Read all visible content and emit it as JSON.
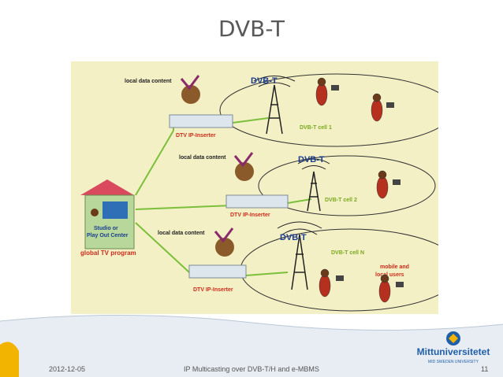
{
  "slide": {
    "title": "DVB-T",
    "footer_date": "2012-12-05",
    "footer_text": "IP Multicasting over DVB-T/H and e-MBMS",
    "page_number": "11"
  },
  "logo": {
    "name": "Mittuniversitetet",
    "subtitle": "MID SWEDEN UNIVERSITY"
  },
  "diagram": {
    "studio_label_line1": "Studio or",
    "studio_label_line2": "Play Out Center",
    "global_program": "global TV program",
    "local_data": "local data content",
    "inserter": "DTV IP-Inserter",
    "dvbt": "DVB-T",
    "cell1": "DVB-T cell 1",
    "cell2": "DVB-T cell 2",
    "cellN": "DVB-T cell N",
    "users_line1": "mobile and",
    "users_line2": "local users"
  },
  "colors": {
    "figure_bg": "#f3f0c6",
    "line_green": "#7bbf3a",
    "label_red": "#cc2a1a",
    "label_green": "#7aa81e",
    "dvbt_blue": "#1c3e8f",
    "house_roof": "#d94a5e",
    "logo_blue": "#1f5fa8",
    "logo_yellow": "#f2b400"
  }
}
